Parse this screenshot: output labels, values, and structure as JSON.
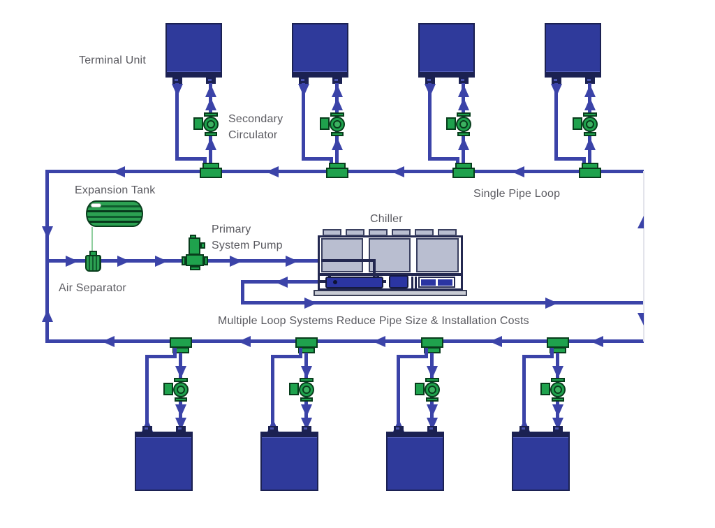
{
  "labels": {
    "terminal_unit": "Terminal Unit",
    "secondary_circulator": [
      "Secondary",
      "Circulator"
    ],
    "expansion_tank": "Expansion Tank",
    "single_pipe_loop": "Single Pipe Loop",
    "primary_system_pump": [
      "Primary",
      "System Pump"
    ],
    "chiller": "Chiller",
    "air_separator": "Air Separator",
    "caption": "Multiple Loop Systems Reduce Pipe Size & Installation Costs"
  },
  "equipment_counts": {
    "terminal_units_top": 4,
    "terminal_units_bottom": 4,
    "secondary_circulators": 8,
    "loop_supply_tees": 8
  },
  "colors": {
    "pipe": "#3B43A8",
    "dknavy": "#1B2152",
    "unit": "#2F3A9B",
    "grn": "#1FA24D",
    "grnline": "#083D1C",
    "panel": "#B9BED0",
    "chdk": "#232850",
    "chblu": "#2B35A2",
    "txt": "#5A5A60"
  }
}
